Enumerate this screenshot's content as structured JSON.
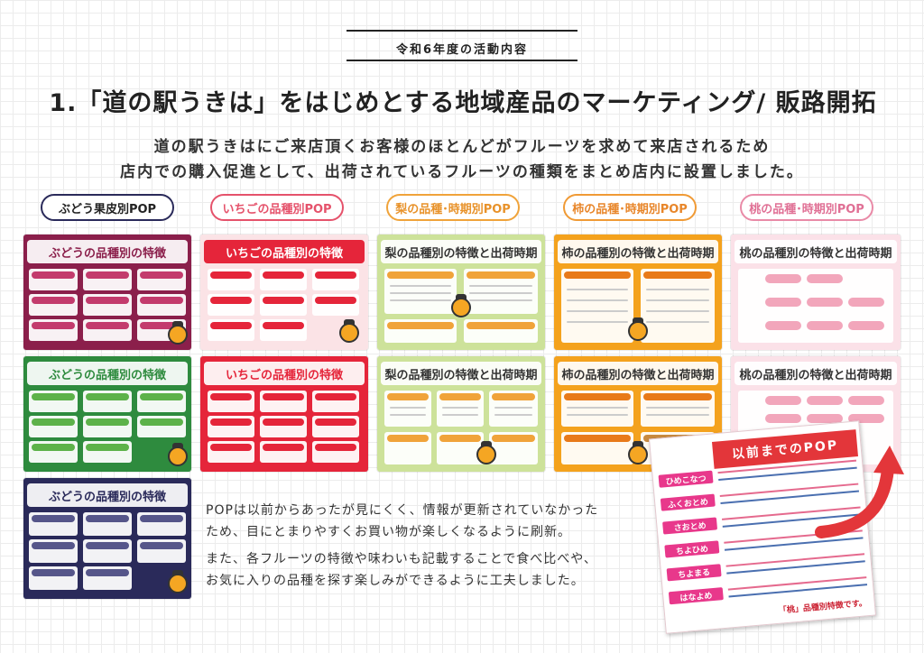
{
  "header": {
    "label": "令和6年度の活動内容"
  },
  "title": "1.「道の駅うきは」をはじめとする地域産品のマーケティング/ 販路開拓",
  "intro": [
    "道の駅うきはにご来店頂くお客様のほとんどがフルーツを求めて来店されるため",
    "店内での購入促進として、出荷されているフルーツの種類をまとめ店内に設置しました。"
  ],
  "categories": [
    {
      "label": "ぶどう果皮別POP",
      "color": "#2a2a5a",
      "text_color": "#222222"
    },
    {
      "label": "いちごの品種別POP",
      "color": "#e5526b",
      "text_color": "#e5526b"
    },
    {
      "label": "梨の品種･時期別POP",
      "color": "#f0a33a",
      "text_color": "#e8922a"
    },
    {
      "label": "柿の品種･時期別POP",
      "color": "#f09a35",
      "text_color": "#e8862a"
    },
    {
      "label": "桃の品種･時期別POP",
      "color": "#e98aa7",
      "text_color": "#e07095"
    }
  ],
  "posters": {
    "grape_red": "ぶどうの品種別の特徴",
    "grape_green": "ぶどうの品種別の特徴",
    "grape_black": "ぶどうの品種別の特徴",
    "strawberry_1": "いちごの品種別の特徴",
    "strawberry_2": "いちごの品種別の特徴",
    "pear_1": "梨の品種別の特徴と出荷時期",
    "pear_2": "梨の品種別の特徴と出荷時期",
    "kaki_1": "柿の品種別の特徴と出荷時期",
    "kaki_2": "柿の品種別の特徴と出荷時期",
    "peach_1": "桃の品種別の特徴と出荷時期",
    "peach_2": "桃の品種別の特徴と出荷時期"
  },
  "description": [
    "POPは以前からあったが見にくく、情報が更新されていなかった",
    "ため、目にとまりやすくお買い物が楽しくなるように刷新。",
    "また、各フルーツの特徴や味わいも記載することで食べ比べや、",
    "お気に入りの品種を探す楽しみができるように工夫しました。"
  ],
  "old_pop": {
    "label": "以前までのPOP",
    "rows": [
      "ひめこなつ",
      "ふくおとめ",
      "さおとめ",
      "ちよひめ",
      "ちよまる",
      "はなよめ"
    ],
    "footer": "「桃」品種別特徴です。"
  },
  "colors": {
    "grape_red": "#8b1f4b",
    "grape_green": "#2e8b3e",
    "grape_black": "#2a2a5a",
    "strawberry": "#e5253a",
    "pear": "#cde29a",
    "kaki": "#f4a21d",
    "peach": "#f7c7d2",
    "arrow": "#e3363a"
  }
}
